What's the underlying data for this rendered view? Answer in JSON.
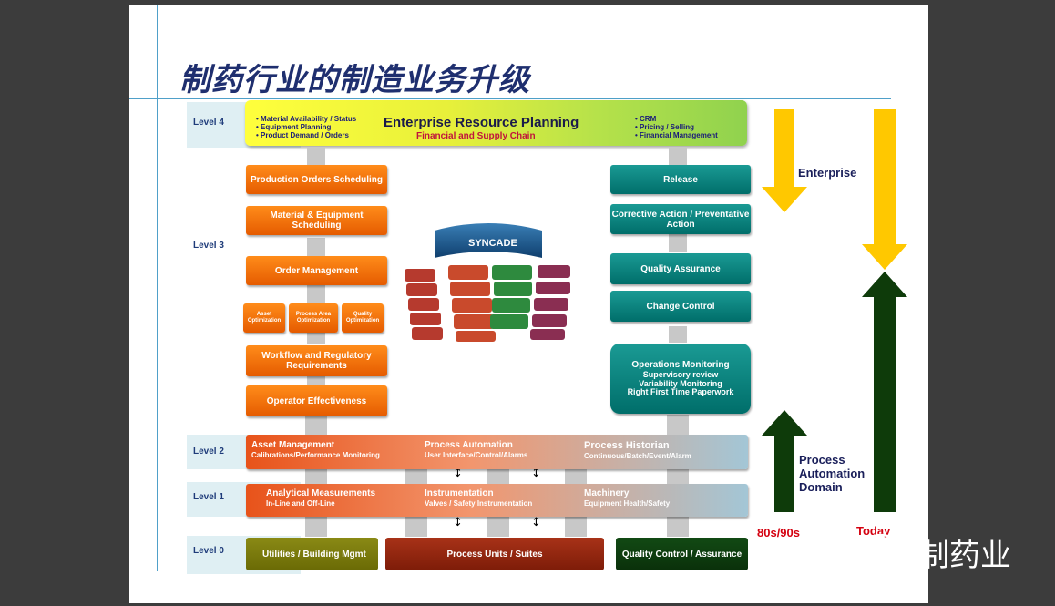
{
  "title": "制药行业的制造业务升级",
  "levels": {
    "l4": "Level 4",
    "l3": "Level 3",
    "l2": "Level 2",
    "l1": "Level 1",
    "l0": "Level 0"
  },
  "erp": {
    "left_items": [
      "• Material Availability / Status",
      "• Equipment Planning",
      "• Product Demand / Orders"
    ],
    "title": "Enterprise Resource Planning",
    "subtitle": "Financial and Supply Chain",
    "right_items": [
      "• CRM",
      "• Pricing / Selling",
      "• Financial Management"
    ]
  },
  "left_column": {
    "production_orders": "Production Orders Scheduling",
    "material_equipment": "Material & Equipment Scheduling",
    "order_management": "Order Management",
    "asset_opt": "Asset Optimization",
    "process_area_opt": "Process Area Optimization",
    "quality_opt": "Quality Optimization",
    "workflow": "Workflow and Regulatory Requirements",
    "operator": "Operator Effectiveness"
  },
  "right_column": {
    "release": "Release",
    "corrective": "Corrective Action / Preventative Action",
    "quality_assurance": "Quality Assurance",
    "change_control": "Change Control",
    "ops_monitoring_title": "Operations Monitoring",
    "ops_monitoring_lines": [
      "Supervisory review",
      "Variability Monitoring",
      "Right First Time Paperwork"
    ]
  },
  "center": {
    "logo": "SYNCADE"
  },
  "level2": {
    "a_title": "Asset Management",
    "a_sub": "Calibrations/Performance Monitoring",
    "b_title": "Process Automation",
    "b_sub": "User Interface/Control/Alarms",
    "c_title": "Process Historian",
    "c_sub": "Continuous/Batch/Event/Alarm"
  },
  "level1": {
    "a_title": "Analytical Measurements",
    "a_sub": "In-Line and Off-Line",
    "b_title": "Instrumentation",
    "b_sub": "Valves / Safety Instrumentation",
    "c_title": "Machinery",
    "c_sub": "Equipment Health/Safety"
  },
  "level0": {
    "utilities": "Utilities / Building Mgmt",
    "process_units": "Process Units / Suites",
    "quality_control": "Quality Control / Assurance"
  },
  "side": {
    "enterprise": "Enterprise",
    "process_domain": [
      "Process",
      "Automation",
      "Domain"
    ],
    "era_past": "80s/90s",
    "era_today": "Today"
  },
  "watermark": {
    "text": "制药业",
    "icon": "wechat-icon"
  },
  "colors": {
    "orange": "#f26a0c",
    "teal": "#00807a",
    "yellow_arrow": "#ffc800",
    "green_arrow": "#0e3b0a",
    "title": "#1f2f6f"
  }
}
